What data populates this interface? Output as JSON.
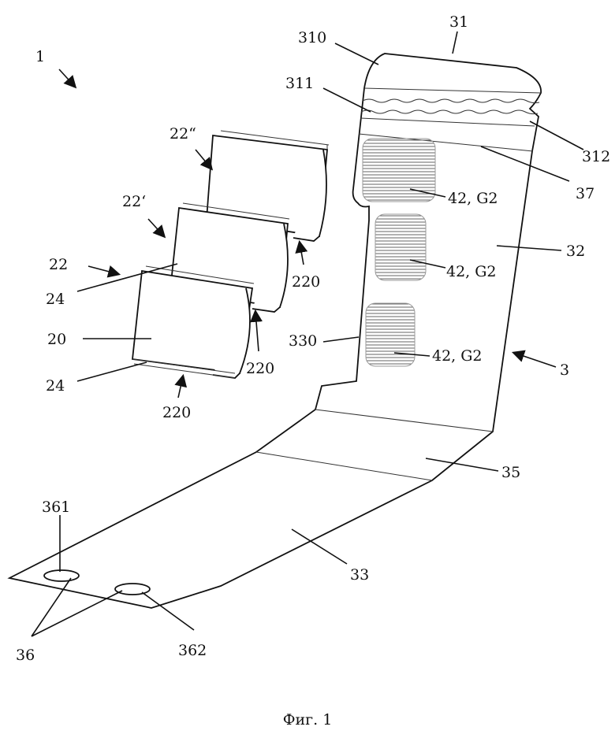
{
  "figure": {
    "caption": "Фиг. 1",
    "labels": {
      "l1": "1",
      "l31": "31",
      "l310": "310",
      "l311": "311",
      "l312": "312",
      "l37": "37",
      "l22pp": "22“",
      "l22p": "22‘",
      "l22": "22",
      "l24a": "24",
      "l24b": "24",
      "l20": "20",
      "l220a": "220",
      "l220b": "220",
      "l220c": "220",
      "l42a": "42, G2",
      "l42b": "42, G2",
      "l42c": "42, G2",
      "l32": "32",
      "l330": "330",
      "l3": "3",
      "l35": "35",
      "l361": "361",
      "l33": "33",
      "l36": "36",
      "l362": "362"
    }
  }
}
